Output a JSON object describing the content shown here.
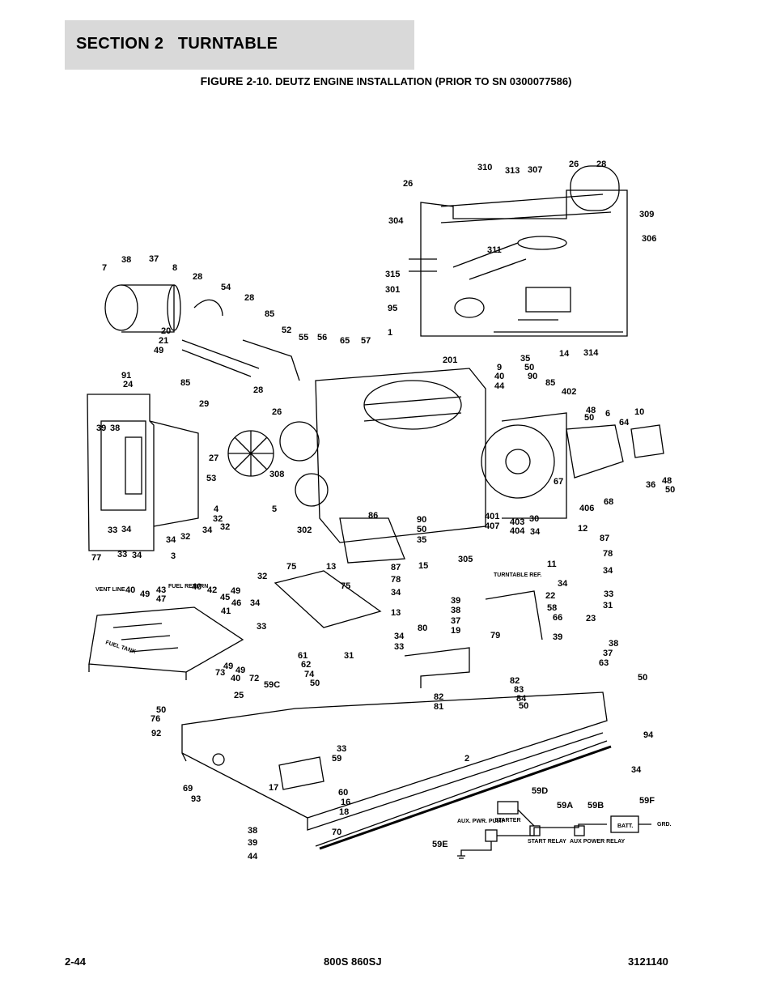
{
  "header": {
    "section_label": "SECTION 2",
    "section_name": "TURNTABLE"
  },
  "figure": {
    "number": "FIGURE 2-10.",
    "caption": "DEUTZ ENGINE INSTALLATION (PRIOR TO SN 0300077586)"
  },
  "callouts": [
    "310",
    "313",
    "307",
    "26",
    "28",
    "26",
    "309",
    "304",
    "306",
    "311",
    "315",
    "301",
    "95",
    "14",
    "314",
    "35",
    "50",
    "90",
    "9",
    "40",
    "44",
    "201",
    "1",
    "7",
    "38",
    "37",
    "8",
    "28",
    "54",
    "28",
    "85",
    "52",
    "55",
    "56",
    "65",
    "57",
    "20",
    "21",
    "49",
    "85",
    "28",
    "91",
    "24",
    "29",
    "26",
    "85",
    "402",
    "48",
    "50",
    "6",
    "64",
    "10",
    "39",
    "38",
    "27",
    "308",
    "53",
    "4",
    "5",
    "302",
    "86",
    "90",
    "50",
    "35",
    "15",
    "305",
    "401",
    "407",
    "403",
    "404",
    "30",
    "34",
    "12",
    "67",
    "406",
    "68",
    "36",
    "48",
    "50",
    "32",
    "34",
    "32",
    "33",
    "34",
    "34",
    "32",
    "77",
    "33",
    "34",
    "3",
    "75",
    "13",
    "87",
    "78",
    "34",
    "75",
    "32",
    "34",
    "33",
    "13",
    "34",
    "33",
    "31",
    "11",
    "78",
    "87",
    "34",
    "34",
    "33",
    "31",
    "23",
    "22",
    "58",
    "66",
    "39",
    "38",
    "37",
    "19",
    "80",
    "79",
    "39",
    "38",
    "37",
    "63",
    "50",
    "61",
    "62",
    "74",
    "50",
    "82",
    "83",
    "84",
    "50",
    "82",
    "81",
    "2",
    "25",
    "50",
    "76",
    "92",
    "94",
    "34",
    "33",
    "59",
    "17",
    "60",
    "16",
    "18",
    "70",
    "69",
    "93",
    "38",
    "39",
    "44",
    "40",
    "49",
    "43",
    "47",
    "40",
    "42",
    "49",
    "46",
    "45",
    "41",
    "49",
    "73",
    "49",
    "40",
    "72",
    "59C",
    "59D",
    "59A",
    "59B",
    "59F",
    "59E"
  ],
  "diagram_labels": {
    "vent_line": "VENT LINE",
    "fuel_return": "FUEL RETURN",
    "fuel_tank": "FUEL TANK",
    "turntable_ref": "TURNTABLE REF.",
    "aux_pwr_pump": "AUX. PWR. PUMP",
    "starter": "STARTER",
    "start_relay": "START RELAY",
    "aux_power_relay": "AUX POWER RELAY",
    "batt": "BATT.",
    "grd": "GRD."
  },
  "footer": {
    "page": "2-44",
    "model": "800S 860SJ",
    "doc_number": "3121140"
  }
}
